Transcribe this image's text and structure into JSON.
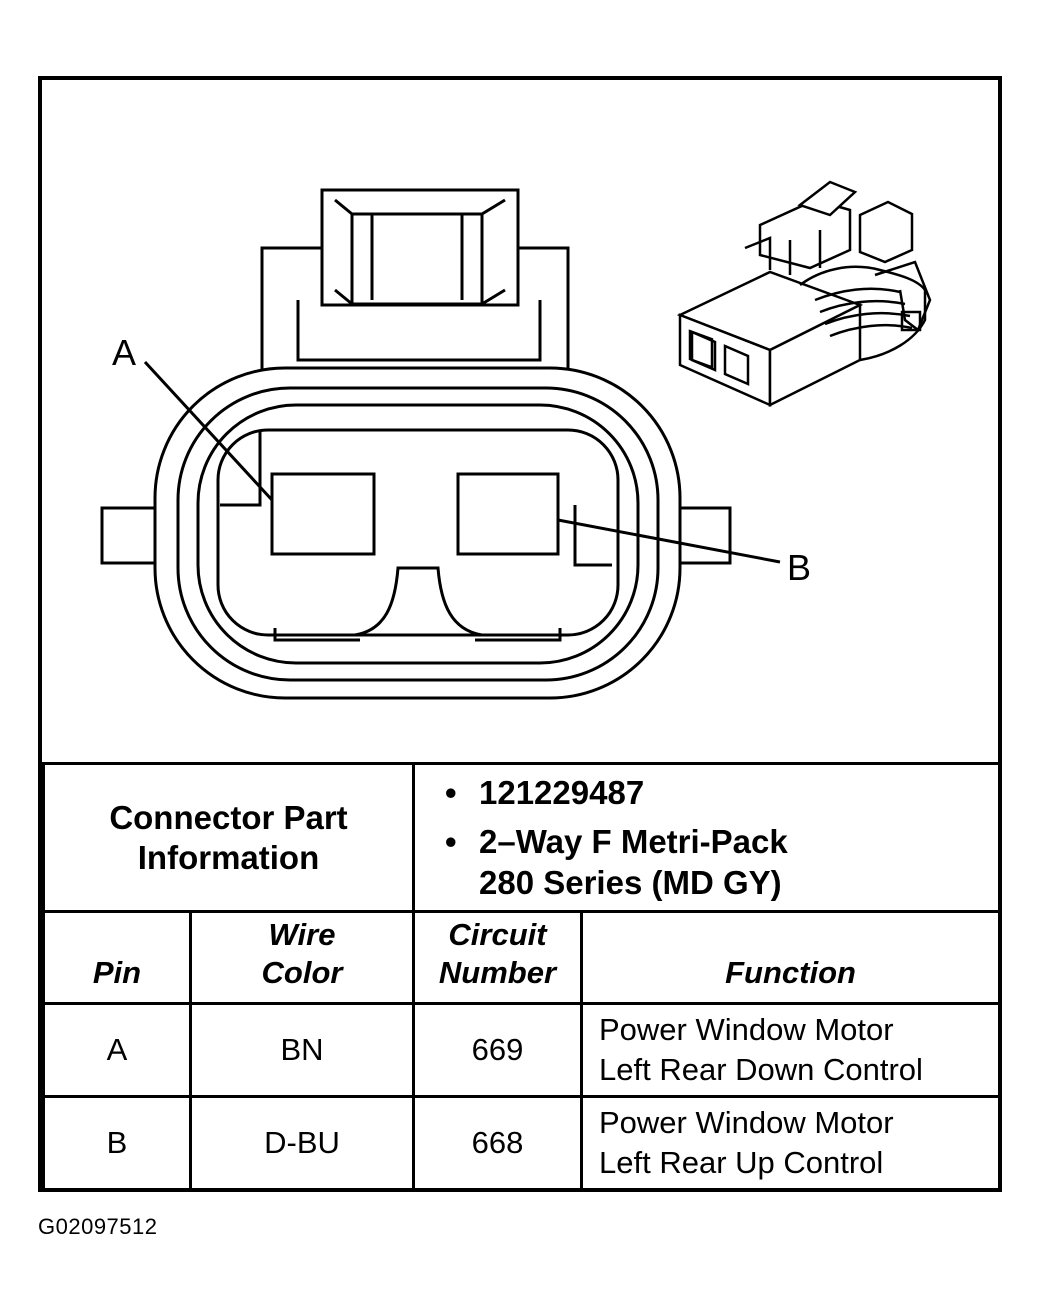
{
  "diagram": {
    "pin_labels": {
      "a": "A",
      "b": "B"
    }
  },
  "connector_info": {
    "label_line1": "Connector Part",
    "label_line2": "Information",
    "part_number": "121229487",
    "description_line1": "2–Way F Metri-Pack",
    "description_line2": "280 Series (MD GY)"
  },
  "table": {
    "headers": {
      "pin": "Pin",
      "wire_color_line1": "Wire",
      "wire_color_line2": "Color",
      "circuit_line1": "Circuit",
      "circuit_line2": "Number",
      "function": "Function"
    },
    "rows": [
      {
        "pin": "A",
        "wire_color": "BN",
        "circuit": "669",
        "function_line1": "Power Window Motor",
        "function_line2": "Left Rear Down Control"
      },
      {
        "pin": "B",
        "wire_color": "D-BU",
        "circuit": "668",
        "function_line1": "Power Window Motor",
        "function_line2": "Left Rear Up Control"
      }
    ]
  },
  "figure_id": "G02097512"
}
